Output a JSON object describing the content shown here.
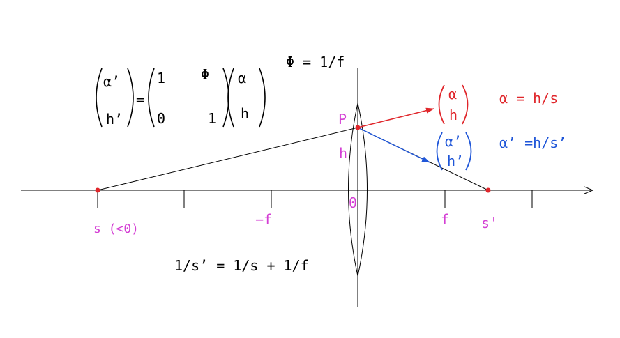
{
  "colors": {
    "magenta": "#d43fd4",
    "red": "#e0262b",
    "blue": "#1f56d8",
    "black": "#000000"
  },
  "power_label": "Φ = 1/f",
  "matrix_eq": {
    "lhs_top": "α’",
    "lhs_bottom": "h’",
    "equals": "=",
    "m11": "1",
    "m12": "Φ",
    "m21": "0",
    "m22": "1",
    "rhs_top": "α",
    "rhs_bottom": "h"
  },
  "point_P": "P",
  "height_h": "h",
  "origin": "0",
  "axis_labels": {
    "s": "s (<0)",
    "neg_f": "−f",
    "f": "f",
    "s_prime": "s'"
  },
  "incident_vector": {
    "top": "α",
    "bottom": "h",
    "relation": "α = h/s"
  },
  "refracted_vector": {
    "top": "α’",
    "bottom": "h’",
    "relation": "α’ =h/s’"
  },
  "lens_formula": "1/s’ = 1/s + 1/f"
}
